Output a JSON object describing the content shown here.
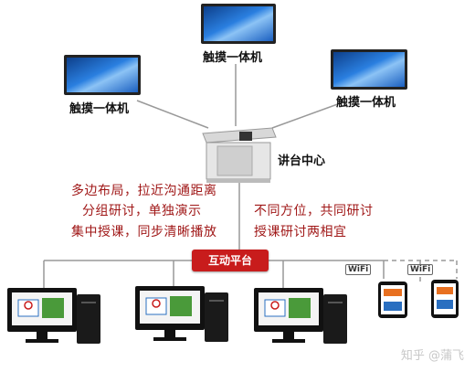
{
  "nodes": {
    "top_display": {
      "label": "触摸一体机"
    },
    "left_display": {
      "label": "触摸一体机"
    },
    "right_display": {
      "label": "触摸一体机"
    },
    "podium": {
      "label": "讲台中心"
    },
    "platform": {
      "label": "互动平台"
    }
  },
  "features": {
    "left": [
      "多边布局，拉近沟通距离",
      "分组研讨，单独演示",
      "集中授课，同步清晰播放"
    ],
    "right": [
      "不同方位，共同研讨",
      "授课研讨两相宜"
    ]
  },
  "wifi": {
    "badge_1": "WiFi",
    "badge_2": "WiFi"
  },
  "watermark": "知乎 @蒲飞",
  "colors": {
    "platform": "#c81c1c",
    "feature_text": "#a01818",
    "screen": "#1f6fd0"
  }
}
